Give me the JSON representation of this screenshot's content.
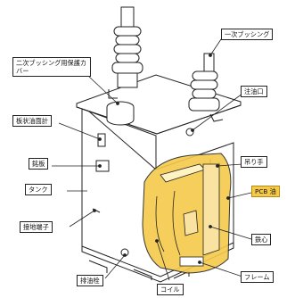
{
  "labels": {
    "primary_bushing": "一次ブッシング",
    "secondary_bushing_cover": "二次ブッシング用保護カバー",
    "oil_filler": "注油口",
    "oil_gauge": "板状油面計",
    "nameplate": "銘板",
    "lifting_lug": "吊り手",
    "tank": "タンク",
    "pcb_oil": "PCB 油",
    "ground_terminal": "接地端子",
    "core": "鉄心",
    "drain_plug": "排油栓",
    "frame": "フレーム",
    "coil": "コイル"
  },
  "colors": {
    "highlight": "#f5c94a",
    "line": "#222222"
  }
}
